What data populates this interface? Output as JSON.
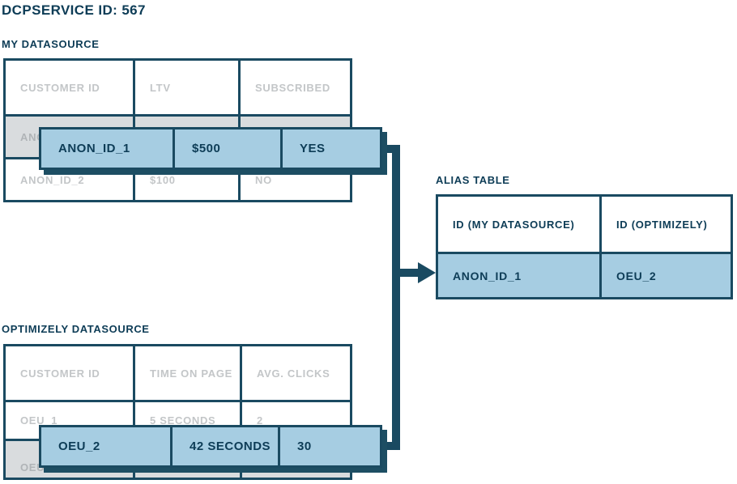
{
  "title": "DCPSERVICE ID: 567",
  "my_datasource": {
    "label": "MY DATASOURCE",
    "headers": [
      "CUSTOMER ID",
      "LTV",
      "SUBSCRIBED"
    ],
    "hidden_row": [
      "ANON_ID_1",
      "",
      ""
    ],
    "row2": [
      "ANON_ID_2",
      "$100",
      "NO"
    ],
    "highlight": [
      "ANON_ID_1",
      "$500",
      "YES"
    ]
  },
  "alias_table": {
    "label": "ALIAS TABLE",
    "headers": [
      "ID (MY DATASOURCE)",
      "ID (OPTIMIZELY)"
    ],
    "row": [
      "ANON_ID_1",
      "OEU_2"
    ]
  },
  "optimizely_datasource": {
    "label": "OPTIMIZELY DATASOURCE",
    "headers": [
      "CUSTOMER ID",
      "TIME ON PAGE",
      "AVG. CLICKS"
    ],
    "row1": [
      "OEU_1",
      "5 SECONDS",
      "2"
    ],
    "hidden_row": [
      "OEU_2",
      "",
      ""
    ],
    "highlight": [
      "OEU_2",
      "42 SECONDS",
      "30"
    ]
  },
  "colors": {
    "navy": "#1a4a61",
    "text_navy": "#0d3c56",
    "light_blue": "#a6cde2",
    "gray_text": "#c3c6c8",
    "gray_row": "#d9dcde",
    "ghost_text": "#b0b4b7",
    "shadow": "#1d4e63"
  }
}
